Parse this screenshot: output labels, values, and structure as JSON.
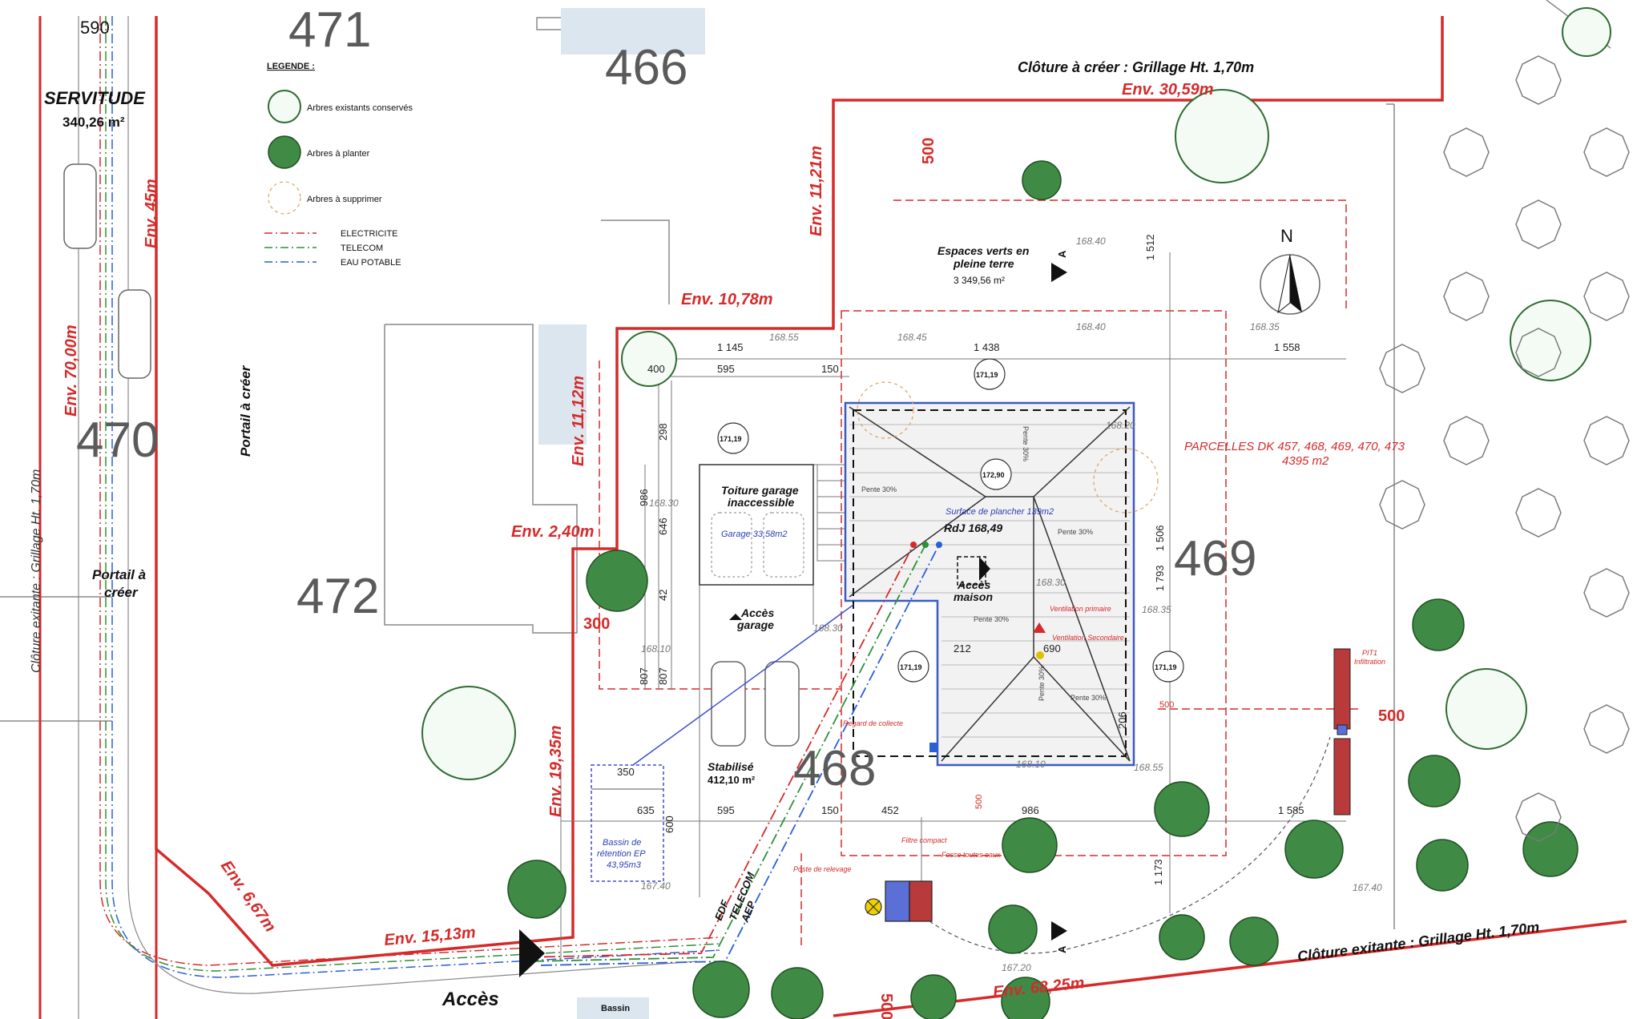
{
  "legend": {
    "title": "LEGENDE :",
    "items": [
      {
        "label": "Arbres existants conservés"
      },
      {
        "label": "Arbres à planter"
      },
      {
        "label": "Arbres à supprimer"
      },
      {
        "label": "ELECTRICITE",
        "color": "#d62a2a"
      },
      {
        "label": "TELECOM",
        "color": "#2f8f3a"
      },
      {
        "label": "EAU POTABLE",
        "color": "#2b5fd6"
      }
    ]
  },
  "servitude": {
    "title": "SERVITUDE",
    "area": "340,26 m²"
  },
  "parcels": {
    "p466": "466",
    "p470": "470",
    "p472": "472",
    "p469": "469",
    "p468": "468",
    "p471": "471"
  },
  "top_fence": "Clôture à créer : Grillage Ht. 1,70m",
  "bottom_fence": "Clôture exitante : Grillage Ht. 1,70m",
  "left_fence": "Clôture exitante : Grillage Ht. 1,70m",
  "envs": {
    "e1": "Env. 30,59m",
    "e2": "Env. 11,21m",
    "e3": "Env. 10,78m",
    "e4": "Env. 11,12m",
    "e5": "Env. 2,40m",
    "e6": "Env. 19,35m",
    "e7": "Env. 6,67m",
    "e8": "Env. 15,13m",
    "e9": "Env. 68,25m",
    "e10": "Env. 45m",
    "e11": "Env. 70,00m"
  },
  "reds": {
    "r500a": "500",
    "r300": "300",
    "r500b": "500",
    "r500c": "500"
  },
  "portails": {
    "left_line1": "Portail à",
    "left_line2": "créer",
    "vertical": "Portail à créer"
  },
  "green_space": {
    "line1": "Espaces verts en",
    "line2": "pleine terre",
    "area": "3 349,56 m²"
  },
  "parcelles": {
    "line1": "PARCELLES DK 457, 468, 469, 470, 473",
    "line2": "4395 m2"
  },
  "garage": {
    "roof1": "Toiture garage",
    "roof2": "inaccessible",
    "area": "Garage 33,58m2",
    "acces1": "Accès",
    "acces2": "garage"
  },
  "house": {
    "surface": "Surface de plancher 139m2",
    "rdj": "RdJ 168,49",
    "acces1": "Accès",
    "acces2": "maison",
    "vent1": "Ventilation primaire",
    "vent2": "Ventilation Secondaire",
    "regard": "Regard de collecte"
  },
  "pente": {
    "p1": "Pente 30%",
    "p2": "Pente 30%",
    "p3": "Pente 30%",
    "p4": "Pente 30%",
    "p5": "Pente 30%",
    "p6": "Pente 30%"
  },
  "stabilise": {
    "line1": "Stabilisé",
    "line2": "412,10 m²"
  },
  "bassin": {
    "line1": "Bassin de",
    "line2": "rétention EP",
    "line3": "43,95m3",
    "bottom": "Bassin"
  },
  "network_labels": {
    "edf": "EDF",
    "telecom": "TELECOM",
    "aep": "AEP"
  },
  "equipment": {
    "filtre": "Filtre compact",
    "fosse": "Fosse toutes eaux",
    "poste": "Poste de relevage",
    "pit1": "PIT1",
    "pit2": "Infiltration"
  },
  "acces_main": "Accès",
  "north": "N",
  "section_a": "A",
  "dims": {
    "d590": "590",
    "d1512": "1 512",
    "d1145": "1 145",
    "d1438": "1 438",
    "d1558": "1 558",
    "d400": "400",
    "d595a": "595",
    "d150a": "150",
    "d298": "298",
    "d986a": "986",
    "d646": "646",
    "d42": "42",
    "d807a": "807",
    "d807b": "807",
    "d212": "212",
    "d690": "690",
    "d1506": "1 506",
    "d1793": "1 793",
    "d206": "206",
    "d350": "350",
    "d635": "635",
    "d595b": "595",
    "d150b": "150",
    "d452": "452",
    "d986b": "986",
    "d1585": "1 585",
    "d600": "600",
    "d500v": "500",
    "d1173": "1 173",
    "d500s": "500"
  },
  "levels": {
    "l1": "168.40",
    "l2": "168.40",
    "l3": "168.35",
    "l4": "168.55",
    "l5": "168.45",
    "l6": "168.20",
    "l7": "168.30",
    "l8": "168.30",
    "l9": "168.35",
    "l10": "168.10",
    "l11": "168.30",
    "l12": "168.10",
    "l13": "168.55",
    "l14": "167.40",
    "l15": "167.40",
    "l16": "167.20"
  },
  "spots": {
    "s1": "171,19",
    "s2": "171,19",
    "s3": "172,90",
    "s4": "171,19",
    "s5": "171,19"
  }
}
